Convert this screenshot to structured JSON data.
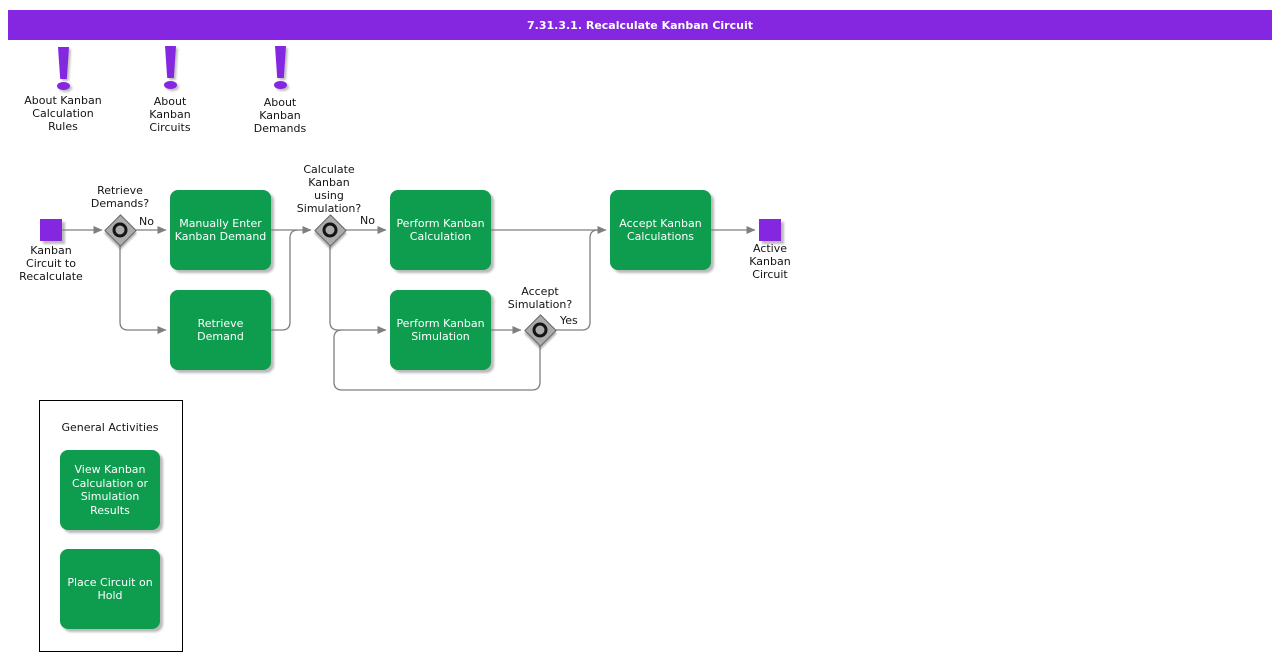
{
  "colors": {
    "purple": "#8527E0",
    "green": "#0E9C4E",
    "line": "#7F7F7F"
  },
  "title_bar": {
    "text": "7.31.3.1. Recalculate Kanban Circuit"
  },
  "help_items": [
    {
      "label": "About Kanban\nCalculation\nRules"
    },
    {
      "label": "About\nKanban\nCircuits"
    },
    {
      "label": "About\nKanban\nDemands"
    }
  ],
  "flow": {
    "start_label": "Kanban\nCircuit to\nRecalculate",
    "end_label": "Active\nKanban\nCircuit",
    "decision1": {
      "question": "Retrieve\nDemands?",
      "branch": "No"
    },
    "decision2": {
      "question": "Calculate\nKanban\nusing\nSimulation?",
      "branch": "No"
    },
    "decision3": {
      "question": "Accept\nSimulation?",
      "branch": "Yes"
    },
    "activity_manual": "Manually Enter\nKanban Demand",
    "activity_retrieve": "Retrieve\nDemand",
    "activity_calc": "Perform Kanban\nCalculation",
    "activity_sim": "Perform Kanban\nSimulation",
    "activity_accept": "Accept Kanban\nCalculations"
  },
  "general_activities": {
    "title": "General Activities",
    "items": [
      {
        "label": "View Kanban\nCalculation or\nSimulation\nResults"
      },
      {
        "label": "Place Circuit on\nHold"
      }
    ]
  }
}
